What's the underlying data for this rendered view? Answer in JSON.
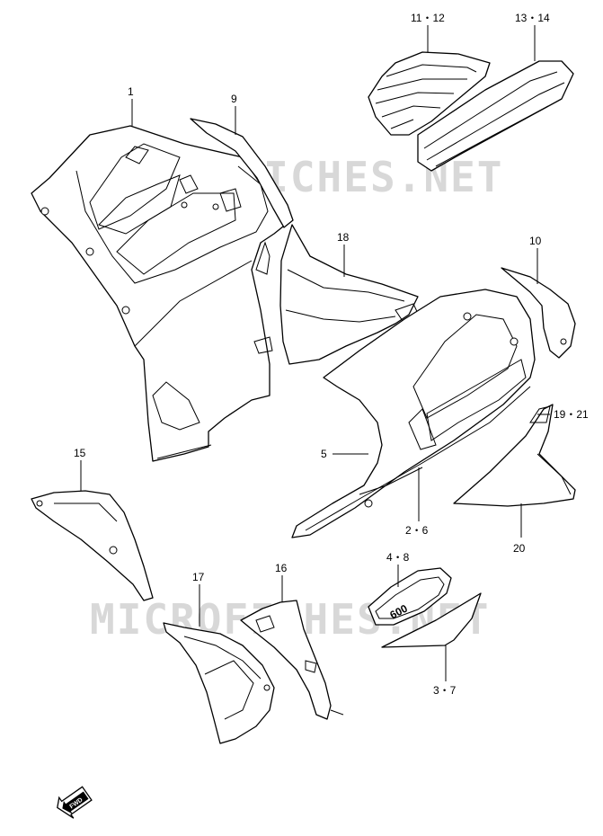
{
  "watermark": "MICROFICHES.NET",
  "callouts": [
    {
      "id": "label-1",
      "text": "1"
    },
    {
      "id": "label-9",
      "text": "9"
    },
    {
      "id": "label-11-12",
      "text": "11・12"
    },
    {
      "id": "label-13-14",
      "text": "13・14"
    },
    {
      "id": "label-18",
      "text": "18"
    },
    {
      "id": "label-10",
      "text": "10"
    },
    {
      "id": "label-19-21",
      "text": "19・21"
    },
    {
      "id": "label-5",
      "text": "5"
    },
    {
      "id": "label-2-6",
      "text": "2・6"
    },
    {
      "id": "label-20",
      "text": "20"
    },
    {
      "id": "label-15",
      "text": "15"
    },
    {
      "id": "label-17",
      "text": "17"
    },
    {
      "id": "label-16",
      "text": "16"
    },
    {
      "id": "label-4-8",
      "text": "4・8"
    },
    {
      "id": "label-3-7",
      "text": "3・7"
    }
  ],
  "emblem_text": "600",
  "fwd_text": "FWD"
}
